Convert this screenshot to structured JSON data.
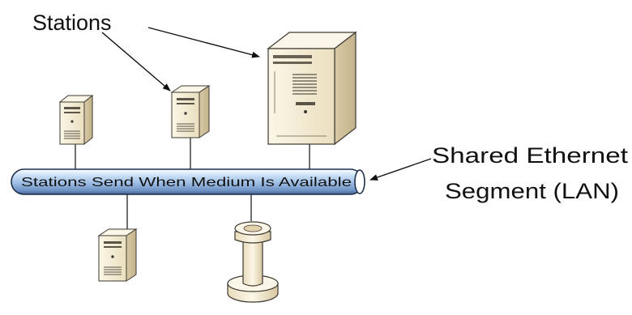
{
  "labels": {
    "stations": "Stations",
    "shared_segment_line1": "Shared Ethernet",
    "shared_segment_line2": "Segment (LAN)",
    "bus_text": "Stations Send When Medium Is Available"
  },
  "colors": {
    "bus_light": "#d6e7fa",
    "bus_mid": "#8fb2dc",
    "bus_dark": "#3c5d8c",
    "device_face": "#f3ead2",
    "device_side": "#d8c9a6",
    "device_top": "#fbf6e8",
    "device_outline": "#3d3a33",
    "wire": "#111111",
    "arrow": "#111111"
  },
  "icons": [
    "server-tower-icon",
    "large-server-icon",
    "switch-hub-icon"
  ]
}
